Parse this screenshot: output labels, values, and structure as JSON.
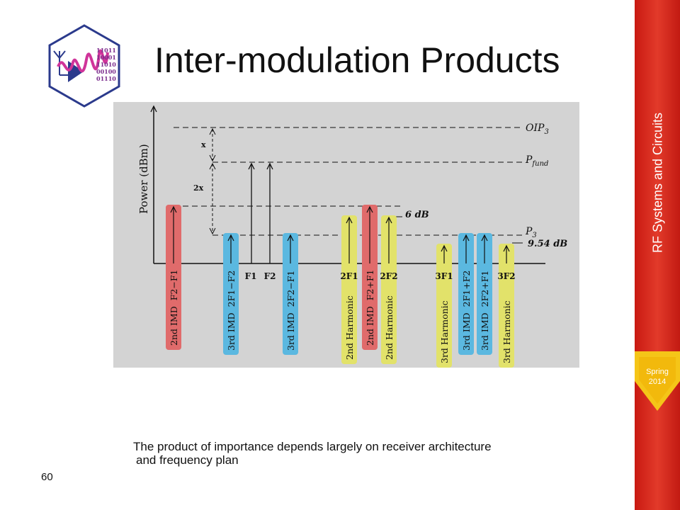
{
  "slide": {
    "title": "Inter-modulation Products",
    "course_title": "RF Systems and Circuits",
    "term_line1": "Spring",
    "term_line2": "2014",
    "slide_number": "60",
    "caption_line1": "The product of importance depends largely on receiver architecture",
    "caption_line2": "and frequency plan",
    "logo_binary": [
      "11011",
      "10001",
      "11010",
      "00100",
      "01110"
    ]
  },
  "colors": {
    "sidebar": "#d32618",
    "second_order_imd": "#e06b6b",
    "third_order_imd": "#5bb8e0",
    "harmonic": "#e2e26a",
    "diagram_bg": "#d3d3d3"
  },
  "diagram": {
    "y_axis_label": "Power (dBm)",
    "levels": {
      "oip3": "OIP",
      "oip3_sub": "3",
      "pfund": "P",
      "pfund_sub": "fund",
      "p3": "P",
      "p3_sub": "3",
      "six_db": "6 dB",
      "nine_db": "9.54 dB",
      "x": "x",
      "two_x": "2x"
    },
    "fundamentals": [
      "F1",
      "F2"
    ],
    "products": [
      {
        "name": "2nd IMD",
        "freq": "F2−F1",
        "group": "second_order_imd"
      },
      {
        "name": "3rd IMD",
        "freq": "2F1−F2",
        "group": "third_order_imd"
      },
      {
        "name": "3rd IMD",
        "freq": "2F2−F1",
        "group": "third_order_imd"
      },
      {
        "name": "2nd Harmonic",
        "freq": "2F1",
        "group": "harmonic"
      },
      {
        "name": "2nd IMD",
        "freq": "F2+F1",
        "group": "second_order_imd"
      },
      {
        "name": "2nd Harmonic",
        "freq": "2F2",
        "group": "harmonic"
      },
      {
        "name": "3rd Harmonic",
        "freq": "3F1",
        "group": "harmonic"
      },
      {
        "name": "3rd IMD",
        "freq": "2F1+F2",
        "group": "third_order_imd"
      },
      {
        "name": "3rd IMD",
        "freq": "2F2+F1",
        "group": "third_order_imd"
      },
      {
        "name": "3rd Harmonic",
        "freq": "3F2",
        "group": "harmonic"
      }
    ]
  }
}
